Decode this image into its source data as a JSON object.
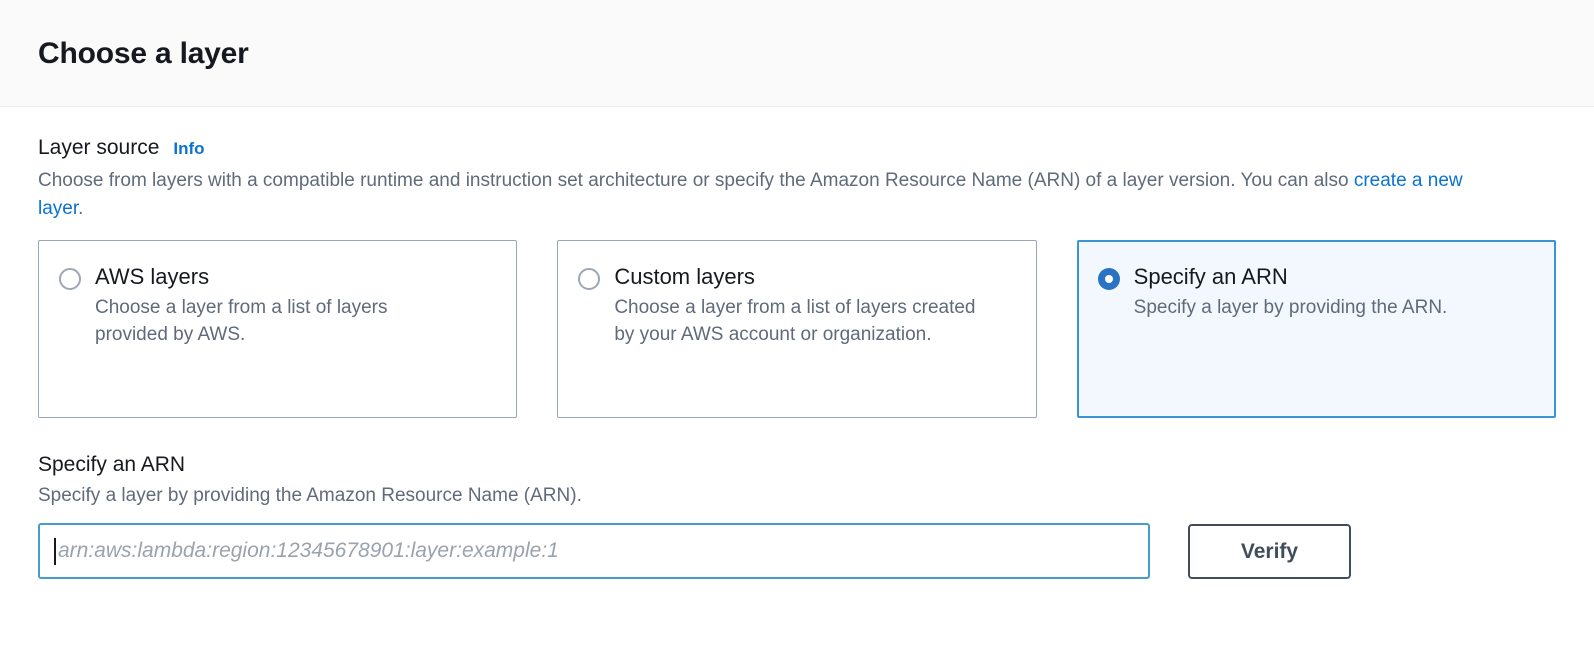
{
  "header": {
    "title": "Choose a layer"
  },
  "layer_source": {
    "label": "Layer source",
    "info_label": "Info",
    "description_before_link": "Choose from layers with a compatible runtime and instruction set architecture or specify the Amazon Resource Name (ARN) of a layer version. You can also ",
    "description_link": "create a new layer",
    "description_after_link": ".",
    "options": [
      {
        "title": "AWS layers",
        "description": "Choose a layer from a list of layers provided by AWS.",
        "selected": false
      },
      {
        "title": "Custom layers",
        "description": "Choose a layer from a list of layers created by your AWS account or organization.",
        "selected": false
      },
      {
        "title": "Specify an ARN",
        "description": "Specify a layer by providing the ARN.",
        "selected": true
      }
    ]
  },
  "arn_section": {
    "label": "Specify an ARN",
    "description": "Specify a layer by providing the Amazon Resource Name (ARN).",
    "input_value": "",
    "input_placeholder": "arn:aws:lambda:region:12345678901:layer:example:1",
    "verify_label": "Verify"
  },
  "colors": {
    "accent_blue": "#0972d3",
    "selected_tile_border": "#3b95d4",
    "selected_tile_background": "#f2f8fd",
    "input_focus_border": "#479ccc",
    "button_border": "#414d5c",
    "text_primary": "#16191f",
    "text_secondary": "#5f6b7a",
    "header_background": "#fafafa"
  }
}
